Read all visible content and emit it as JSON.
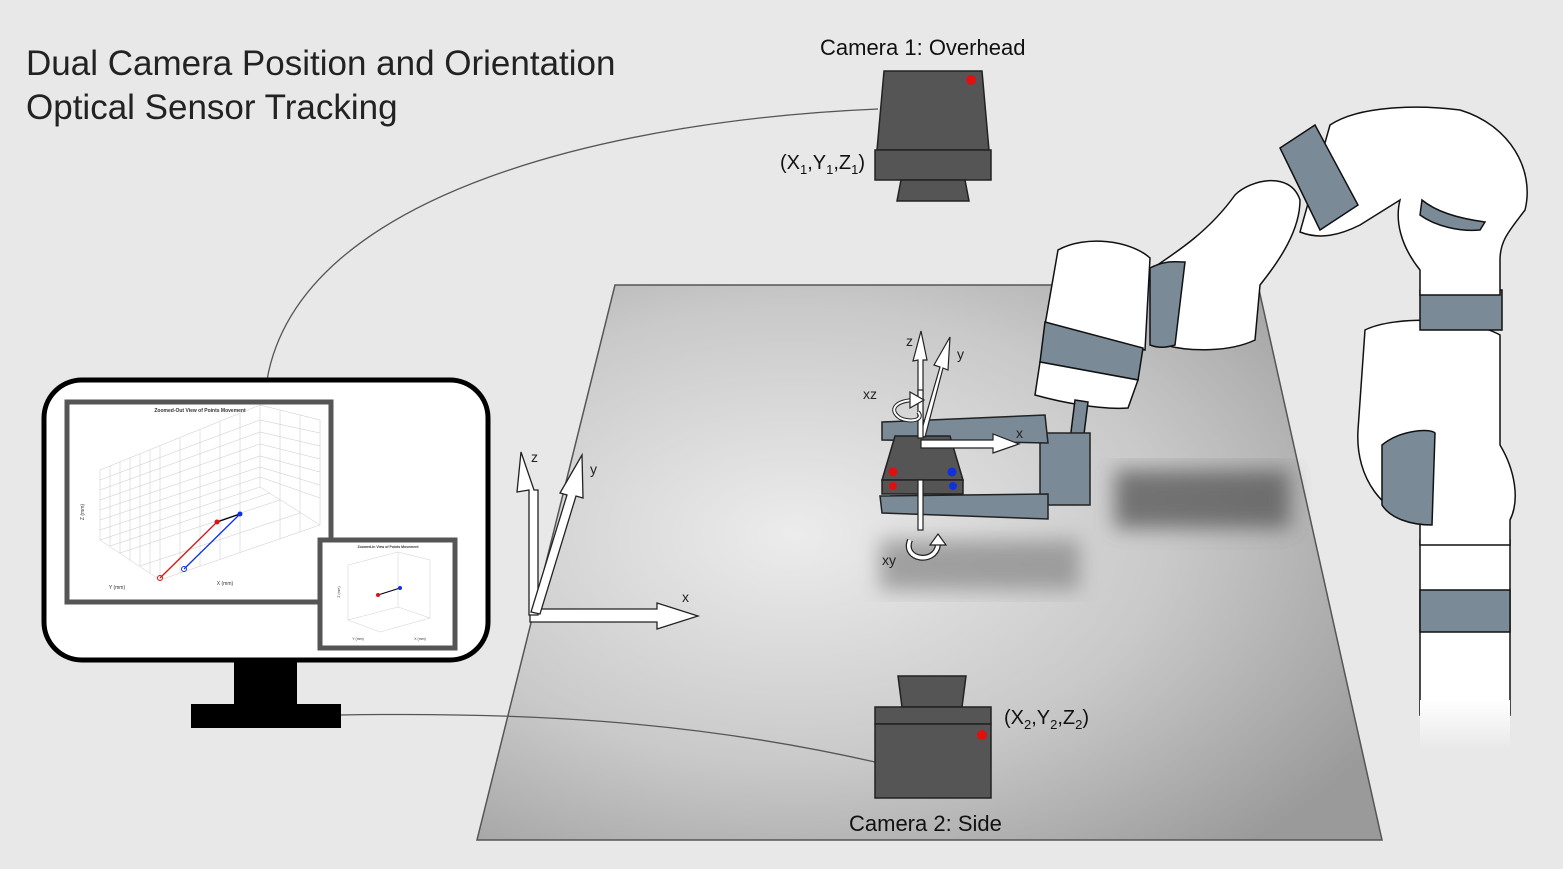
{
  "title_line1": "Dual Camera Position and Orientation",
  "title_line2": "Optical Sensor Tracking",
  "camera1": {
    "label": "Camera 1: Overhead",
    "coord_open": "(X",
    "sub_x": "1",
    "sep1": ",Y",
    "sub_y": "1",
    "sep2": ",Z",
    "sub_z": "1",
    "coord_close": ")"
  },
  "camera2": {
    "label": "Camera 2: Side",
    "coord_open": "(X",
    "sub_x": "2",
    "sep1": ",Y",
    "sub_y": "2",
    "sep2": ",Z",
    "sub_z": "2",
    "coord_close": ")"
  },
  "world_axes": {
    "x": "x",
    "y": "y",
    "z": "z"
  },
  "object_axes": {
    "x": "x",
    "y": "y",
    "z": "z",
    "rot_xz": "xz",
    "rot_xy": "xy"
  },
  "monitor": {
    "main_plot_title": "Zoomed-Out View of Points Movement",
    "main_xlabel": "X (mm)",
    "main_ylabel": "Y (mm)",
    "main_zlabel": "Z (mm)",
    "inset_plot_title": "Zoomed-In View of Points Movement",
    "inset_xlabel": "X (mm)",
    "inset_ylabel": "Y (mm)",
    "inset_zlabel": "Z (mm)"
  },
  "colors": {
    "background": "#e8e8e8",
    "camera_body": "#555555",
    "robot_band": "#7a8a96",
    "marker_red": "#e01010",
    "marker_blue": "#1030e0"
  }
}
